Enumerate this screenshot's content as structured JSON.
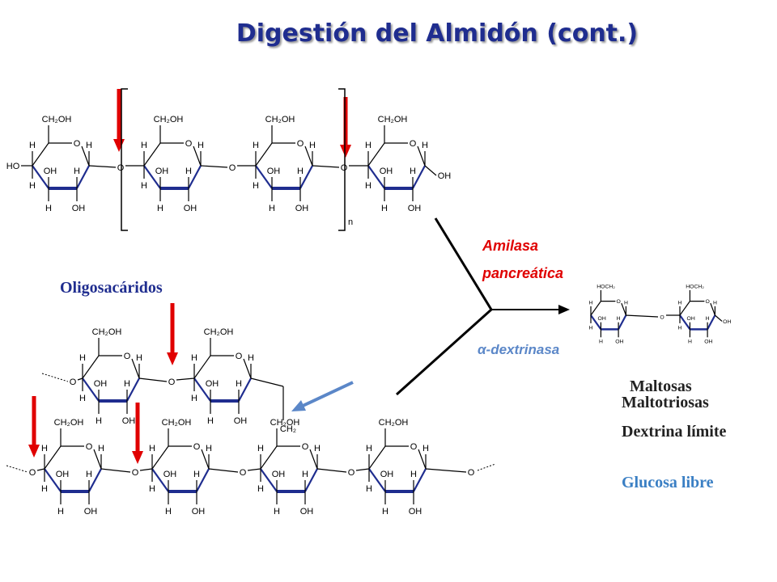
{
  "title": "Digestión del Almidón (cont.)",
  "labels": {
    "oligosacaridos": "Oligosacáridos",
    "amilasa_line1": "Amilasa",
    "amilasa_line2": "pancreática",
    "dextrinasa": "α-dextrinasa",
    "n_subscript": "n"
  },
  "products": [
    "Maltosas",
    "Maltotriosas",
    "Dextrina límite"
  ],
  "glucose": "Glucosa libre",
  "chem": {
    "ch2oh": "CH₂OH",
    "hoch2": "HOCH₂",
    "ch2": "CH₂",
    "oh": "OH",
    "ho": "HO",
    "h": "H",
    "o": "O"
  },
  "colors": {
    "title": "#1f2d8f",
    "ring_bold": "#1f2d8f",
    "red_arrow": "#e00000",
    "blue_arrow": "#5b87c8",
    "amilasa": "#e00000",
    "dextrinasa": "#5b87c8",
    "glucose": "#3a7fc4",
    "black": "#000000"
  }
}
